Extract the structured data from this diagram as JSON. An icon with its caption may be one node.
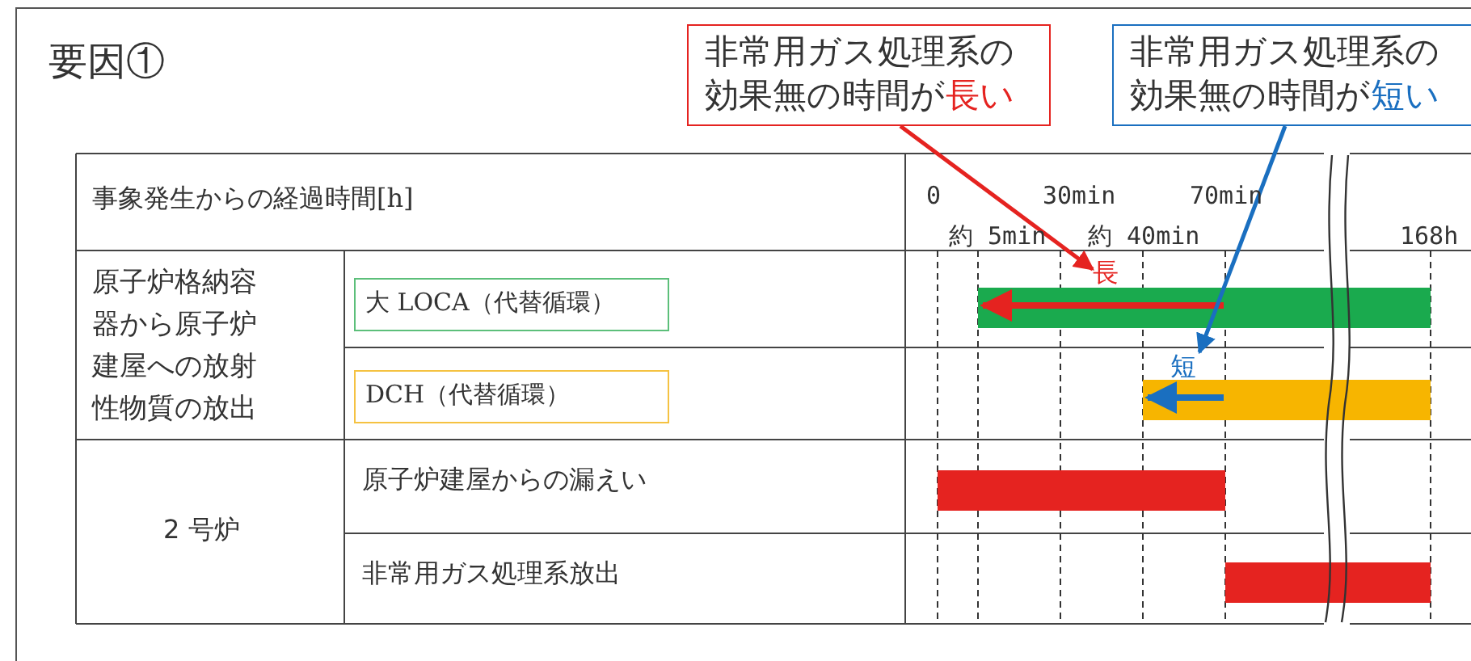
{
  "diagram": {
    "nodes": [
      {
        "text": [
          "非常用ガス処理系の効果無の時間が**長い**"
        ]
      },
      {
        "text": [
          "非常用ガス処理系の効果無の時間が**短い**"
        ]
      },
      {
        "text": [
          "長"
        ]
      },
      {
        "text": [
          "短"
        ]
      },
      {
        "text": [
          "大 LOCA（代替循環）"
        ]
      },
      {
        "text": [
          "DCH（代替循環）"
        ]
      }
    ],
    "edges": [
      {
        "from": 0,
        "to": 2,
        "arrow": "to",
        "color": "#e52320"
      },
      {
        "from": 1,
        "to": 3,
        "arrow": "to",
        "color": "#1a6fc0"
      }
    ],
    "labels": [
      "要因①",
      "事象発生からの経過時間[h]",
      "0",
      "30min",
      "70min",
      "約 5min",
      "約 40min",
      "168h",
      "原子炉格納容器から原子炉建屋への放射性物質の放出",
      "2 号炉",
      "原子炉建屋からの漏えい",
      "非常用ガス処理系放出"
    ]
  }
}
